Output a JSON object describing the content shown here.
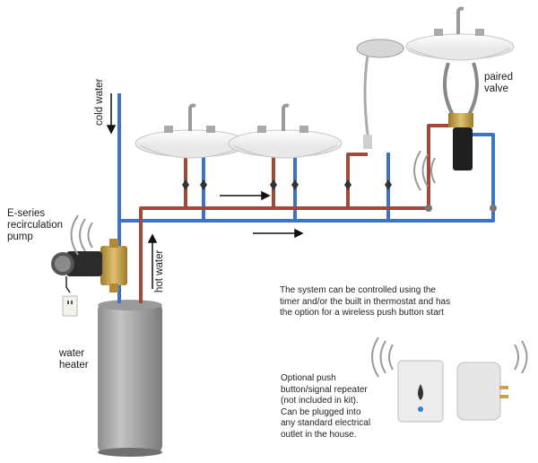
{
  "labels": {
    "cold_water": "cold water",
    "hot_water": "hot water",
    "pump_line1": "E-series",
    "pump_line2": "recirculation",
    "pump_line3": "pump",
    "paired_line1": "paired",
    "paired_line2": "valve",
    "heater_line1": "water",
    "heater_line2": "heater"
  },
  "notes": {
    "system_line1": "The system can be controlled using the",
    "system_line2": "timer and/or the built in thermostat and has",
    "system_line3": "the option for a wireless push button start",
    "optional_line1": "Optional push",
    "optional_line2": "button/signal repeater",
    "optional_line3": "(not included in kit).",
    "optional_line4": "Can be plugged into",
    "optional_line5": "any standard electrical",
    "optional_line6": "outlet in the house."
  },
  "colors": {
    "hot_pipe": "#a0483a",
    "cold_pipe": "#3d73c4",
    "heater_body": "#a9a9a9",
    "brass": "#c9a24a"
  }
}
